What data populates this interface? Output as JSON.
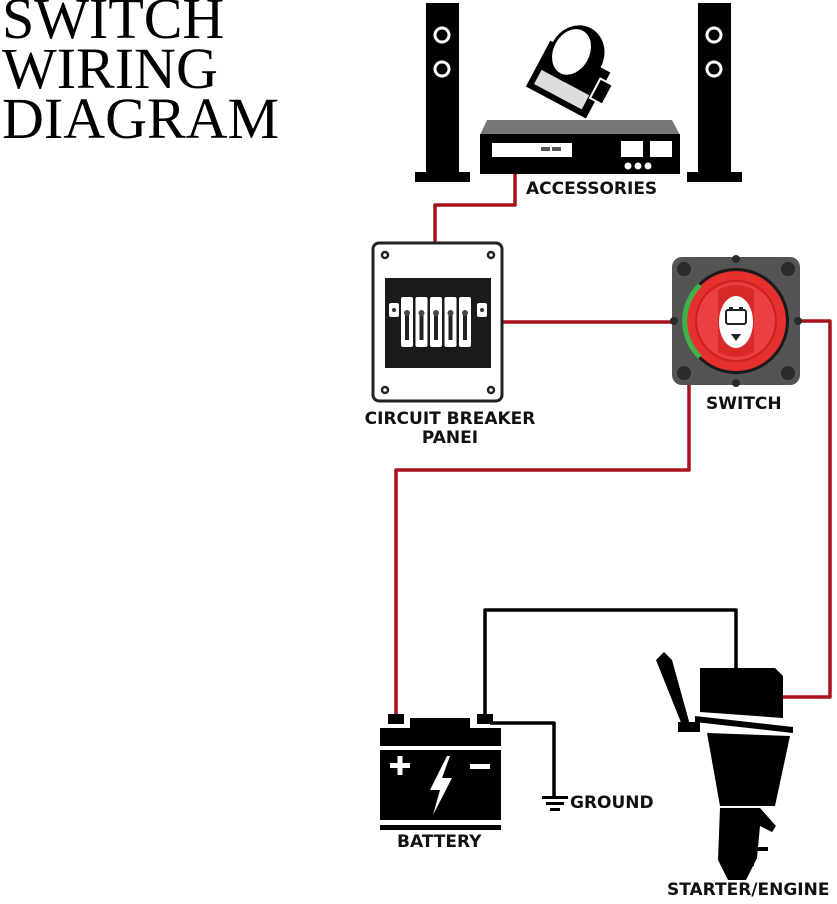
{
  "title": {
    "lines": [
      "SWITCH",
      "WIRING",
      "DIAGRAM"
    ]
  },
  "components": {
    "accessories": {
      "label": "ACCESSORIES",
      "icon": "speakers-projector-receiver-icon"
    },
    "circuit_breaker": {
      "label_line1": "CIRCUIT BREAKER",
      "label_line2": "PANEI",
      "breaker_count": 5
    },
    "switch": {
      "label": "SWITCH",
      "icon": "battery-disconnect-switch-icon"
    },
    "battery": {
      "label": "BATTERY",
      "positive_symbol": "+",
      "negative_symbol": "−"
    },
    "ground": {
      "label": "GROUND"
    },
    "engine": {
      "label": "STARTER/ENGINE",
      "icon": "outboard-motor-icon"
    }
  },
  "wires": [
    {
      "from": "accessories",
      "to": "circuit_breaker",
      "color": "#a8141c"
    },
    {
      "from": "circuit_breaker",
      "to": "switch",
      "color": "#a8141c"
    },
    {
      "from": "switch",
      "to": "battery_positive",
      "color": "#a8141c"
    },
    {
      "from": "switch",
      "to": "engine",
      "color": "#a8141c"
    },
    {
      "from": "battery_negative",
      "to": "engine",
      "color": "#000000"
    },
    {
      "from": "battery_negative",
      "to": "ground",
      "color": "#000000"
    }
  ],
  "colors": {
    "positive_wire": "#a8141c",
    "negative_wire": "#000000",
    "switch_red": "#e63030",
    "switch_green": "#3fb24a",
    "switch_body": "#555555"
  }
}
